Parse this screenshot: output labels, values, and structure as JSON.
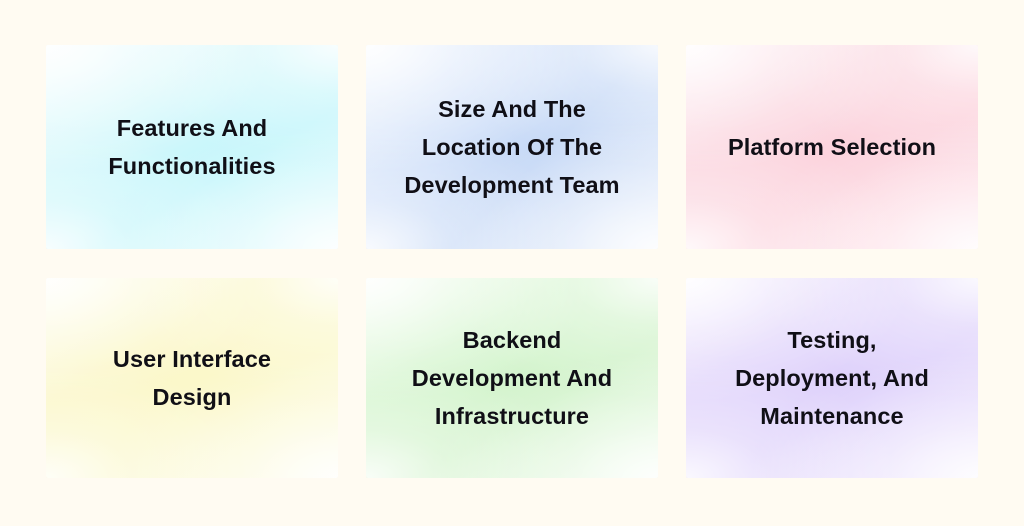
{
  "page": {
    "background_color": "#FFFBF2",
    "text_color": "#100F16",
    "columns": 3,
    "rows": 2
  },
  "cards": [
    {
      "id": "features-and-functionalities",
      "label": "Features And\nFunctionalities",
      "color": "#C4F6FB",
      "color_name": "cyan",
      "row": 1,
      "column": 1
    },
    {
      "id": "size-and-location-of-development-team",
      "label": "Size And The\nLocation Of The\nDevelopment Team",
      "color": "#C5D8F6",
      "color_name": "light-blue",
      "row": 1,
      "column": 2
    },
    {
      "id": "platform-selection",
      "label": "Platform Selection",
      "color": "#FCD2DC",
      "color_name": "pink",
      "row": 1,
      "column": 3
    },
    {
      "id": "user-interface-design",
      "label": "User Interface\nDesign",
      "color": "#FBF8CB",
      "color_name": "pale-yellow",
      "row": 2,
      "column": 1
    },
    {
      "id": "backend-development-and-infrastructure",
      "label": "Backend\nDevelopment And\nInfrastructure",
      "color": "#D2F3CB",
      "color_name": "light-green",
      "row": 2,
      "column": 2
    },
    {
      "id": "testing-deployment-and-maintenance",
      "label": "Testing,\nDeployment, And\nMaintenance",
      "color": "#DED1FB",
      "color_name": "light-purple",
      "row": 2,
      "column": 3
    }
  ]
}
